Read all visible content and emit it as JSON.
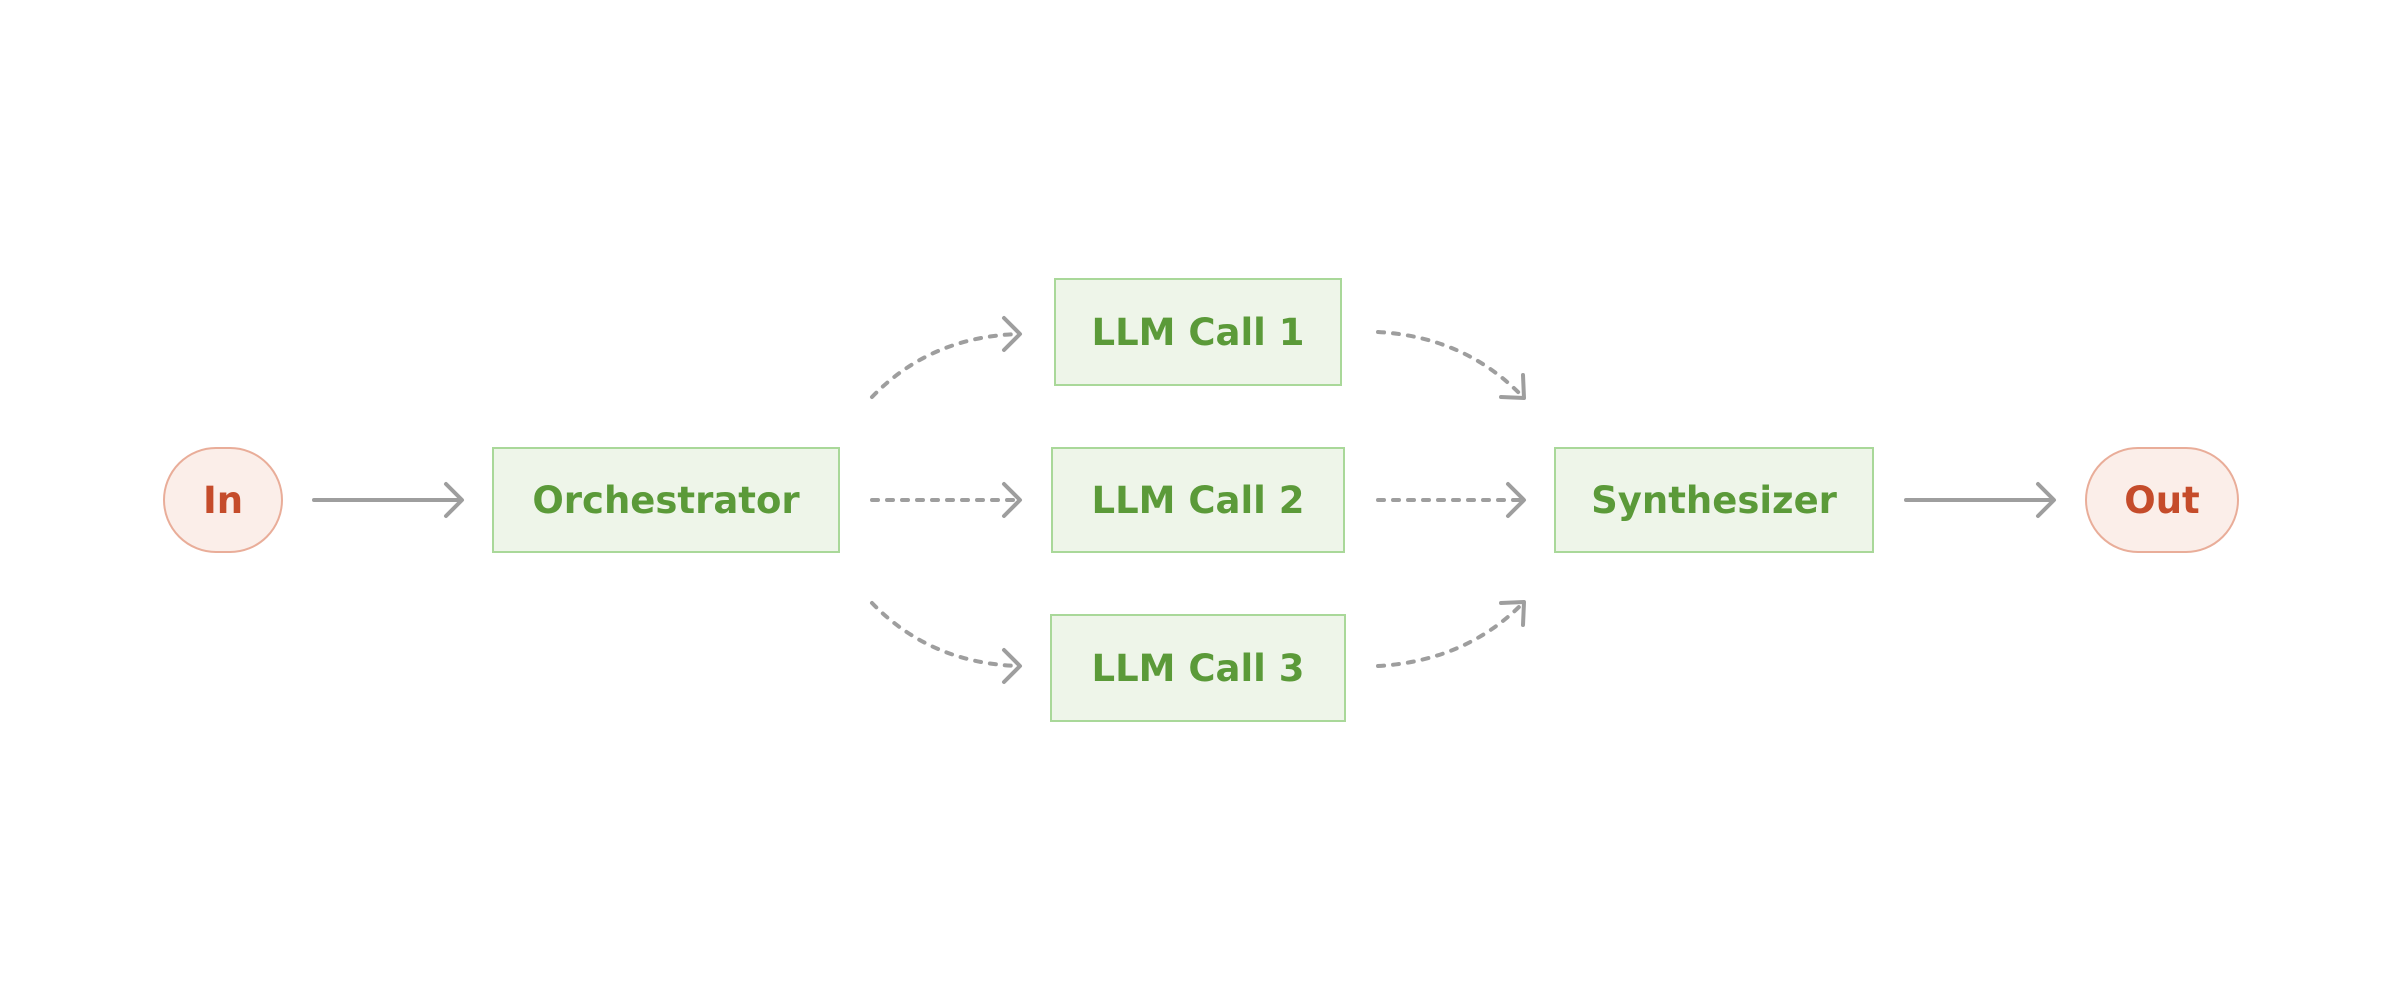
{
  "colors": {
    "arrow": "#9e9e9e",
    "process_text": "#5b9a39",
    "process_fill": "#eef5e9",
    "process_border": "#a9d899",
    "terminal_text": "#c54c2b",
    "terminal_fill": "#fbeee9",
    "terminal_border": "#e9ad99"
  },
  "nodes": {
    "input": "In",
    "orchestrator": "Orchestrator",
    "llm_call_1": "LLM Call 1",
    "llm_call_2": "LLM Call 2",
    "llm_call_3": "LLM Call 3",
    "synthesizer": "Synthesizer",
    "output": "Out"
  },
  "edges": [
    {
      "from": "In",
      "to": "Orchestrator",
      "style": "solid"
    },
    {
      "from": "Orchestrator",
      "to": "LLM Call 1",
      "style": "dotted"
    },
    {
      "from": "Orchestrator",
      "to": "LLM Call 2",
      "style": "dotted"
    },
    {
      "from": "Orchestrator",
      "to": "LLM Call 3",
      "style": "dotted"
    },
    {
      "from": "LLM Call 1",
      "to": "Synthesizer",
      "style": "dotted"
    },
    {
      "from": "LLM Call 2",
      "to": "Synthesizer",
      "style": "dotted"
    },
    {
      "from": "LLM Call 3",
      "to": "Synthesizer",
      "style": "dotted"
    },
    {
      "from": "Synthesizer",
      "to": "Out",
      "style": "solid"
    }
  ]
}
